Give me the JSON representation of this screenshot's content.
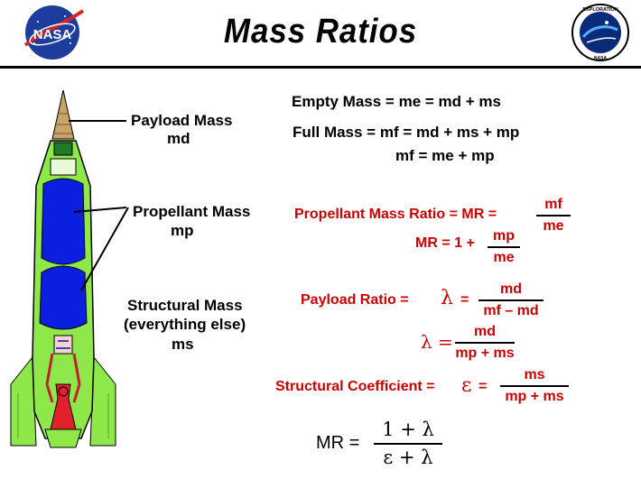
{
  "header": {
    "title": "Mass Ratios",
    "nasa_logo_text": "NASA",
    "exploration_logo_text": "EXPLORATION",
    "exploration_logo_sub": "NASA"
  },
  "labels": {
    "payload_mass": "Payload  Mass",
    "payload_symbol": "md",
    "propellant_mass": "Propellant  Mass",
    "propellant_symbol": "mp",
    "structural_mass": "Structural  Mass",
    "structural_note": "(everything  else)",
    "structural_symbol": "ms"
  },
  "equations": {
    "empty_mass": "Empty  Mass  =  me  =  md  +  ms",
    "full_mass": "Full  Mass  =  mf  = md  +  ms  +  mp",
    "mf_eq": "mf  =  me  +  mp",
    "propellant_ratio_label": "Propellant Mass Ratio =   MR =",
    "pmr_num": "mf",
    "pmr_den": "me",
    "mr_eq": "MR = 1 +",
    "mr_num": "mp",
    "mr_den": "me",
    "payload_ratio_label": "Payload  Ratio =",
    "lambda": "λ",
    "equals": "=",
    "pr_num": "md",
    "pr_den": "mf – md",
    "lambda2_eq": "λ =",
    "l2_num": "md",
    "l2_den": "mp + ms",
    "structural_coef_label": "Structural  Coefficient =",
    "epsilon": "ε",
    "sc_num": "ms",
    "sc_den": "mp + ms",
    "final_mr": "MR =",
    "final_num": "1  +  λ",
    "final_den": "ε  +  λ"
  },
  "colors": {
    "red_text": "#cc0000",
    "rocket_green": "#8fe84a",
    "propellant_blue": "#0a1fe0",
    "nose_tan": "#c8a468",
    "engine_red": "#e0202a",
    "nasa_blue": "#1d3c9c"
  }
}
